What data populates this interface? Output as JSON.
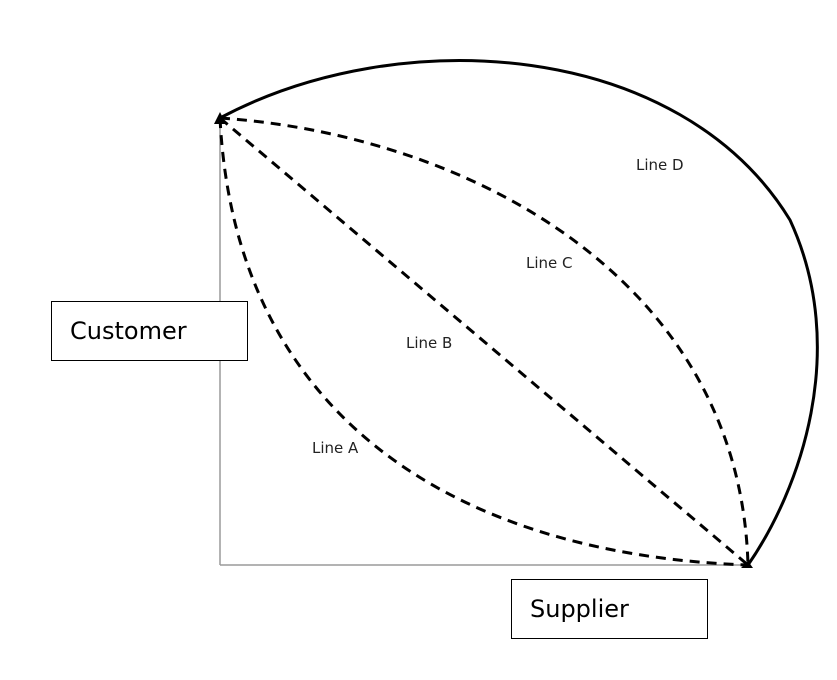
{
  "labels": {
    "line_a": "Line A",
    "line_b": "Line B",
    "line_c": "Line C",
    "line_d": "Line D",
    "customer": "Customer",
    "supplier": "Supplier"
  },
  "colors": {
    "axis": "#9a9a9a",
    "curve": "#000000"
  }
}
